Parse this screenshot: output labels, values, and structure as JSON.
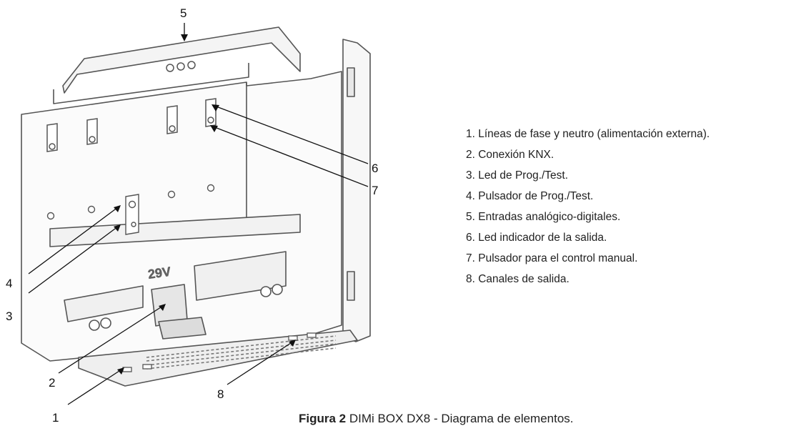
{
  "legend": [
    "1. Líneas de fase y neutro (alimentación externa).",
    "2. Conexión KNX.",
    "3. Led de Prog./Test.",
    "4. Pulsador de Prog./Test.",
    "5. Entradas analógico-digitales.",
    "6. Led indicador de la salida.",
    "7. Pulsador para el control manual.",
    "8. Canales de salida."
  ],
  "callouts": {
    "c1": "1",
    "c2": "2",
    "c3": "3",
    "c4": "4",
    "c5": "5",
    "c6": "6",
    "c7": "7",
    "c8": "8"
  },
  "device": {
    "voltage_marking": "29V"
  },
  "caption": {
    "prefix": "Figura 2",
    "text": "DIMi BOX DX8 - Diagrama de elementos."
  }
}
